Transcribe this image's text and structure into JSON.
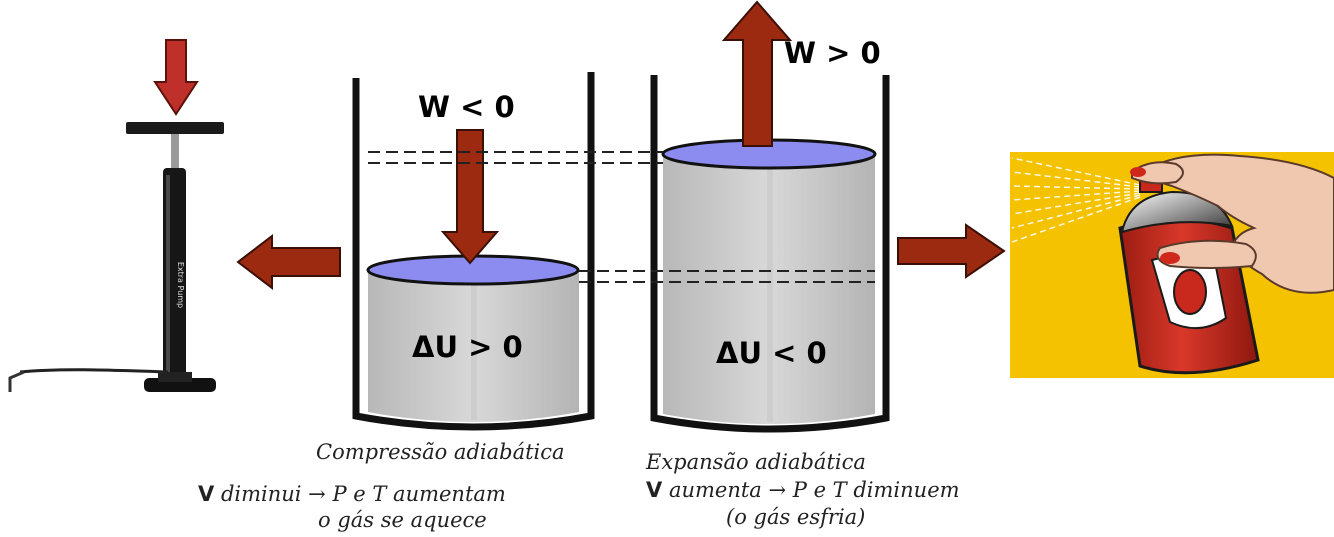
{
  "compression": {
    "work_label": "W < 0",
    "energy_label": "ΔU > 0",
    "caption_title": "Compressão adiabática",
    "caption_v": "V",
    "caption_line1": "diminui → P e T aumentam",
    "caption_line2": "o gás se aquece"
  },
  "expansion": {
    "work_label": "W > 0",
    "energy_label": "ΔU < 0",
    "caption_title": "Expansão adiabática",
    "caption_v": "V",
    "caption_line1": "aumenta → P e T diminuem",
    "caption_line2": "(o gás esfria)"
  },
  "pump_text": "Extra Pump",
  "colors": {
    "arrow": "#9b2a10",
    "arrow_outline": "#3a0f05",
    "gas": "#c8c8c8",
    "piston": "#8c8cf0",
    "wall": "#111111",
    "spray_bg": "#f5c200",
    "can_red": "#c9281c"
  }
}
